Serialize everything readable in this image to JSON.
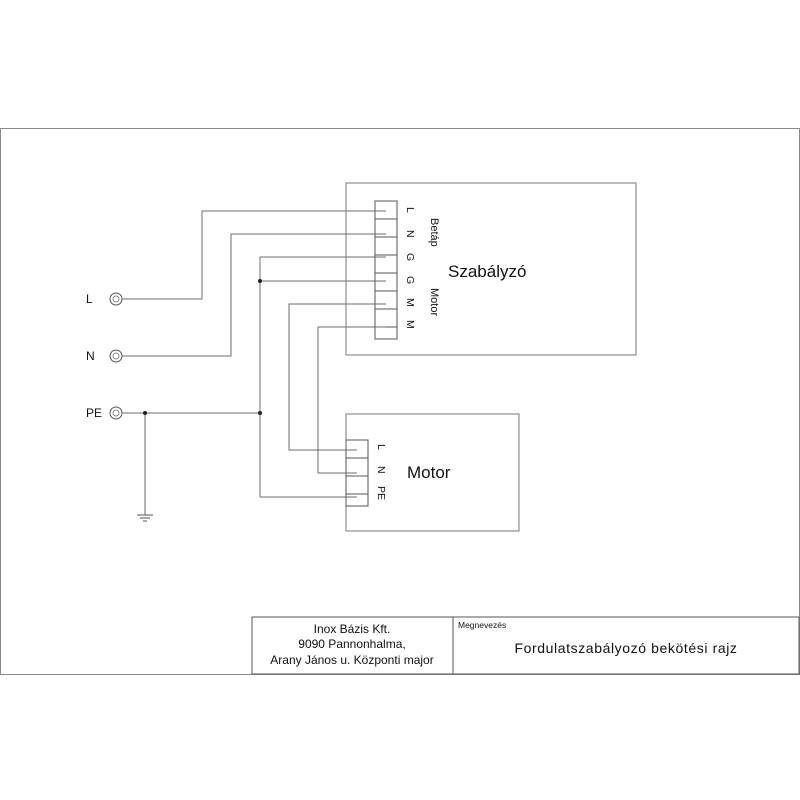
{
  "controller": {
    "title": "Szabályzó",
    "group_supply": "Betáp",
    "group_motor": "Motor",
    "pins": [
      "L",
      "N",
      "G",
      "G",
      "M",
      "M"
    ]
  },
  "motor": {
    "title": "Motor",
    "pins": [
      "L",
      "N",
      "PE"
    ]
  },
  "mains": {
    "terminals": [
      "L",
      "N",
      "PE"
    ]
  },
  "title_block": {
    "company_line1": "Inox Bázis Kft.",
    "company_line2": "9090 Pannonhalma,",
    "company_line3": "Arany János u. Központi major",
    "name_label": "Megnevezés",
    "drawing_title": "Fordulatszabályozó bekötési rajz"
  },
  "colors": {
    "line": "#6e6e6e",
    "frame": "#8a8a8a",
    "text": "#111111"
  }
}
